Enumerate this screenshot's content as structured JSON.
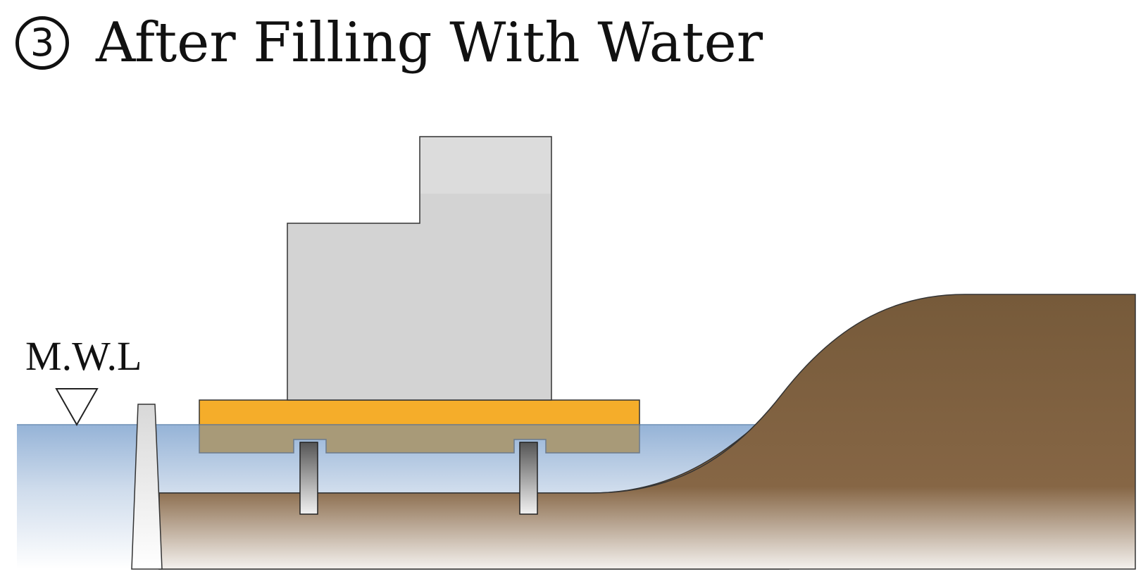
{
  "title": {
    "step_number": "3",
    "text": "After Filling With Water"
  },
  "diagram": {
    "water_level_label": "M.W.L"
  },
  "colors": {
    "water_top": "#9bb6d6",
    "water_bottom": "#ffffff",
    "soil_top": "#7a5c3c",
    "soil_bottom": "#f2f0ee",
    "caisson_base": "#f5ad2a",
    "caisson_submerged": "#a89a78",
    "building": "#d3d3d3",
    "outline": "#333333"
  }
}
